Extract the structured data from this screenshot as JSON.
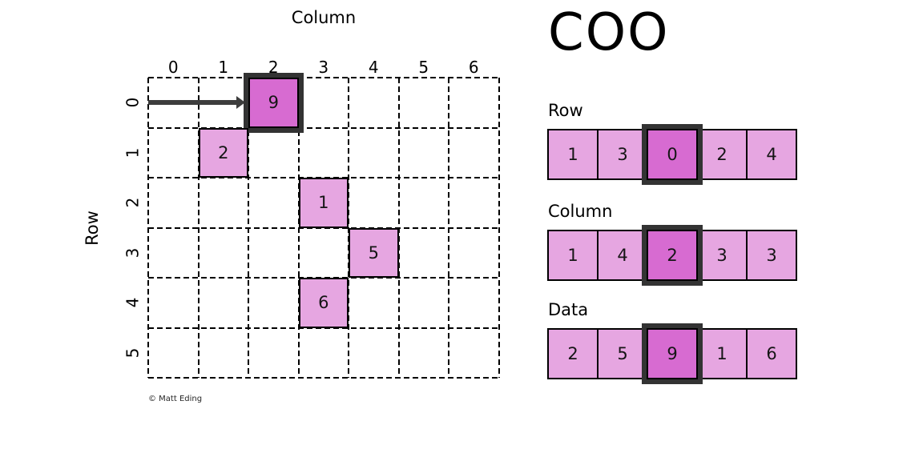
{
  "title": "COO",
  "watermark": "© Matt Eding",
  "colors": {
    "cell_fill": "#e6a6e1",
    "highlight_fill": "#d76bd1",
    "frame": "#333333",
    "arrow": "#3d3d3d",
    "line": "#000000"
  },
  "grid": {
    "xlabel": "Column",
    "ylabel": "Row",
    "col_ticks": [
      "0",
      "1",
      "2",
      "3",
      "4",
      "5",
      "6"
    ],
    "row_ticks": [
      "0",
      "1",
      "2",
      "3",
      "4",
      "5"
    ],
    "cells": [
      {
        "row": 0,
        "col": 2,
        "value": "9",
        "highlight": true
      },
      {
        "row": 1,
        "col": 1,
        "value": "2"
      },
      {
        "row": 2,
        "col": 3,
        "value": "1"
      },
      {
        "row": 3,
        "col": 4,
        "value": "5"
      },
      {
        "row": 4,
        "col": 3,
        "value": "6"
      }
    ],
    "pointer": {
      "row": 0,
      "col": 2
    }
  },
  "arrays": [
    {
      "label": "Row",
      "values": [
        "1",
        "3",
        "0",
        "2",
        "4"
      ],
      "highlight_index": 2
    },
    {
      "label": "Column",
      "values": [
        "1",
        "4",
        "2",
        "3",
        "3"
      ],
      "highlight_index": 2
    },
    {
      "label": "Data",
      "values": [
        "2",
        "5",
        "9",
        "1",
        "6"
      ],
      "highlight_index": 2
    }
  ]
}
